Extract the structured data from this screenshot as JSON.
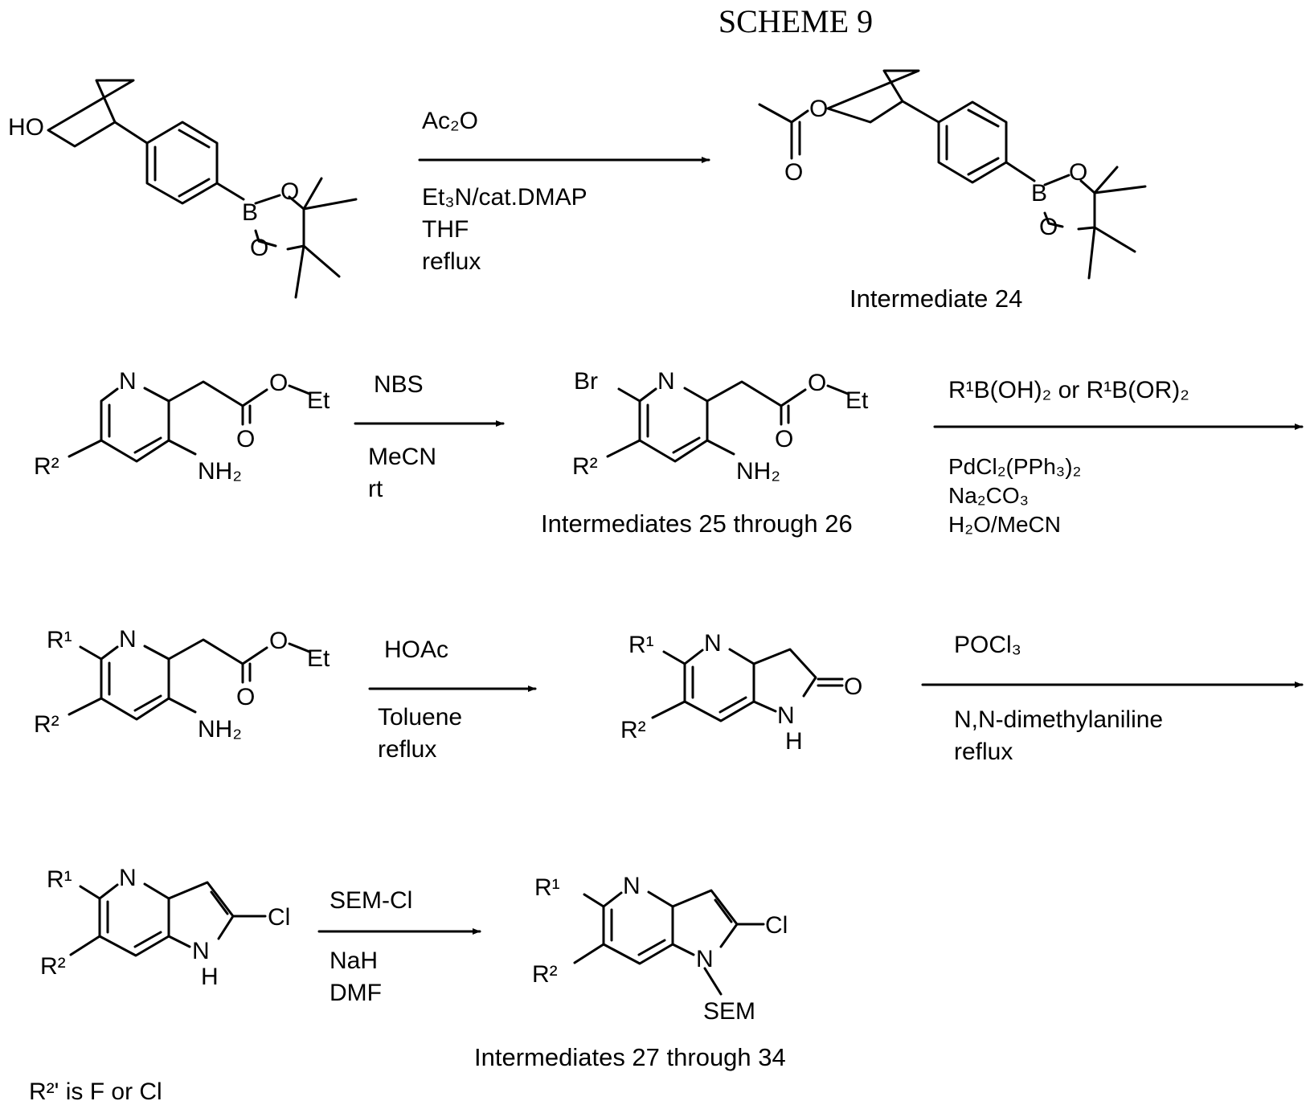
{
  "title": "SCHEME 9",
  "reactions": {
    "r1": {
      "reagent_top": "Ac₂O",
      "conditions": [
        "Et₃N/cat.DMAP",
        "THF",
        "reflux"
      ]
    },
    "r2": {
      "reagent_top": "NBS",
      "conditions": [
        "MeCN",
        "rt"
      ]
    },
    "r3": {
      "reagent_top": "R¹B(OH)₂ or R¹B(OR)₂",
      "conditions": [
        "PdCl₂(PPh₃)₂",
        "Na₂CO₃",
        "H₂O/MeCN"
      ]
    },
    "r4": {
      "reagent_top": "HOAc",
      "conditions": [
        "Toluene",
        "reflux"
      ]
    },
    "r5": {
      "reagent_top": "POCl₃",
      "conditions": [
        "N,N-dimethylaniline",
        "reflux"
      ]
    },
    "r6": {
      "reagent_top": "SEM-Cl",
      "conditions": [
        "NaH",
        "DMF"
      ]
    }
  },
  "compounds": {
    "intermediate_24": "Intermediate 24",
    "intermediates_25_26": "Intermediates 25 through 26",
    "intermediates_27_34": "Intermediates 27 through 34"
  },
  "atom_labels": {
    "ho": "HO",
    "b": "B",
    "o": "O",
    "n": "N",
    "br": "Br",
    "et": "Et",
    "nh2": "NH₂",
    "h": "H",
    "cl": "Cl",
    "sem": "SEM",
    "r1": "R¹",
    "r2": "R²"
  },
  "footnote": "R²' is F or Cl",
  "colors": {
    "ink": "#000000",
    "background": "#ffffff"
  }
}
